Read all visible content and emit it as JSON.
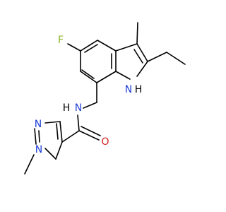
{
  "molecule": {
    "atom_labels": {
      "fluorine": "F",
      "indole_nh_h": "H",
      "indole_nh_n": "N",
      "amide_nh_h": "H",
      "amide_nh_n": "N",
      "carbonyl_o": "O",
      "pyrazole_n2": "N",
      "pyrazole_n1": "N"
    },
    "colors": {
      "F": "#8fb62d",
      "N": "#1f3fd6",
      "O": "#d42222",
      "bond": "#000000"
    }
  }
}
